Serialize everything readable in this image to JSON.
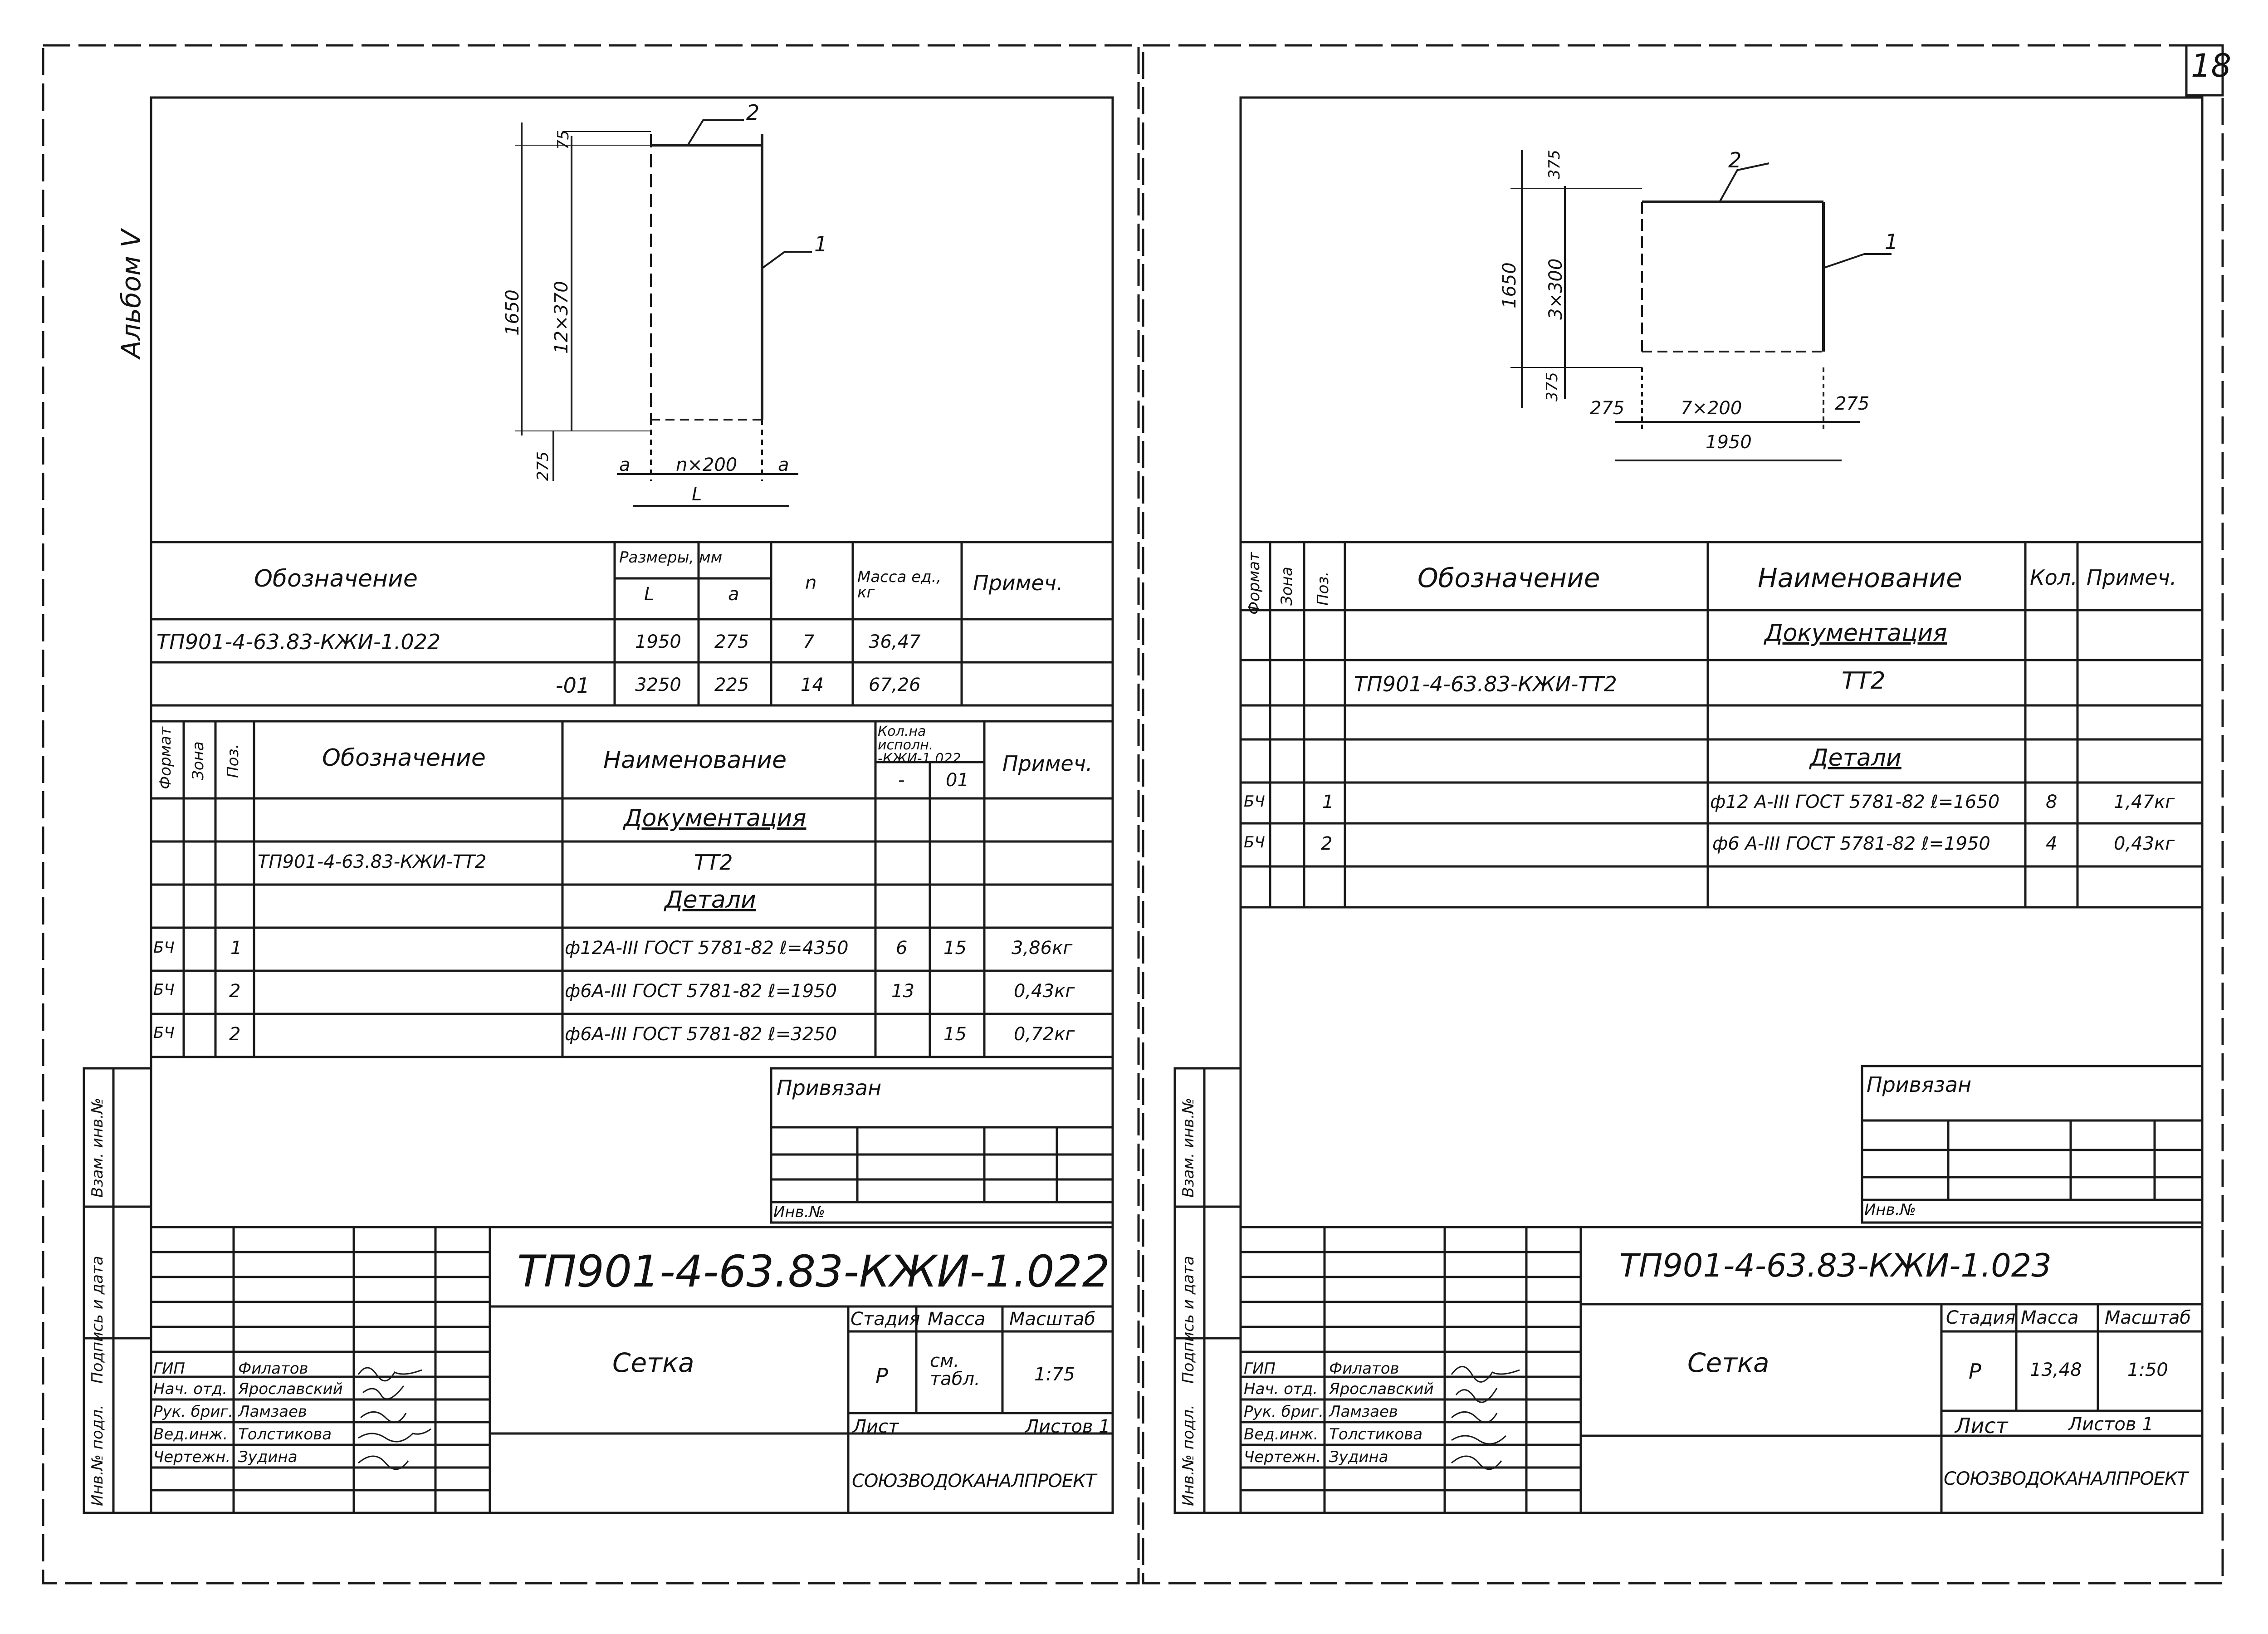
{
  "page_number": "18",
  "album_label": "Альбом V",
  "stamp_side_labels": [
    "Инв.№ подл.",
    "Подпись и дата",
    "Взам. инв.№"
  ],
  "left": {
    "drawing": {
      "pos_1": "1",
      "pos_2": "2",
      "dim_top": "75",
      "dim_height": "1650",
      "dim_spacing": "12×370",
      "dim_bottom": "275",
      "dim_a": "a",
      "dim_mid": "n×200",
      "dim_L": "L"
    },
    "variants_table": {
      "headers": {
        "designation": "Обозначение",
        "sizes": "Размеры, мм",
        "L": "L",
        "a": "a",
        "n": "n",
        "mass": "Масса ед., кг",
        "note": "Примеч."
      },
      "rows": [
        {
          "designation": "ТП901-4-63.83-КЖИ-1.022",
          "L": "1950",
          "a": "275",
          "n": "7",
          "mass": "36,47",
          "note": ""
        },
        {
          "designation": "-01",
          "L": "3250",
          "a": "225",
          "n": "14",
          "mass": "67,26",
          "note": ""
        }
      ]
    },
    "spec_table": {
      "headers": {
        "format": "Формат",
        "zone": "Зона",
        "pos": "Поз.",
        "designation": "Обозначение",
        "name": "Наименование",
        "qty": "Кол.на исполн. -КЖИ-1.022",
        "qty_a": "-",
        "qty_b": "01",
        "note": "Примеч."
      },
      "rows": [
        {
          "format": "",
          "zone": "",
          "pos": "",
          "designation": "",
          "name": "Документация",
          "qa": "",
          "qb": "",
          "note": "",
          "underline": true
        },
        {
          "format": "",
          "zone": "",
          "pos": "",
          "designation": "ТП901-4-63.83-КЖИ-ТТ2",
          "name": "ТТ2",
          "qa": "",
          "qb": "",
          "note": ""
        },
        {
          "format": "",
          "zone": "",
          "pos": "",
          "designation": "",
          "name": "Детали",
          "qa": "",
          "qb": "",
          "note": "",
          "underline": true
        },
        {
          "format": "БЧ",
          "zone": "",
          "pos": "1",
          "designation": "",
          "name": "ф12А-III ГОСТ 5781-82 ℓ=4350",
          "qa": "6",
          "qb": "15",
          "note": "3,86кг"
        },
        {
          "format": "БЧ",
          "zone": "",
          "pos": "2",
          "designation": "",
          "name": "ф6А-III ГОСТ 5781-82 ℓ=1950",
          "qa": "13",
          "qb": "",
          "note": "0,43кг"
        },
        {
          "format": "БЧ",
          "zone": "",
          "pos": "2",
          "designation": "",
          "name": "ф6А-III ГОСТ 5781-82 ℓ=3250",
          "qa": "",
          "qb": "15",
          "note": "0,72кг"
        }
      ]
    },
    "privyazan": "Привязан",
    "inv_no": "Инв.№",
    "title_block": {
      "code": "ТП901-4-63.83-КЖИ-1.022",
      "name": "Сетка",
      "stage_label": "Стадия",
      "mass_label": "Масса",
      "scale_label": "Масштаб",
      "stage": "Р",
      "mass": "см. табл.",
      "scale": "1:75",
      "sheet_label": "Лист",
      "sheets_label": "Листов 1",
      "org": "СОЮЗВОДОКАНАЛПРОЕКТ",
      "roles": [
        {
          "role": "ГИП",
          "name": "Филатов"
        },
        {
          "role": "Нач. отд.",
          "name": "Ярославский"
        },
        {
          "role": "Рук. бриг.",
          "name": "Ламзаев"
        },
        {
          "role": "Вед.инж.",
          "name": "Толстикова"
        },
        {
          "role": "Чертежн.",
          "name": "Зудина"
        }
      ]
    }
  },
  "right": {
    "drawing": {
      "pos_1": "1",
      "pos_2": "2",
      "dim_top": "375",
      "dim_height": "1650",
      "dim_spacing": "3×300",
      "dim_bottom": "375",
      "dim_left": "275",
      "dim_mid": "7×200",
      "dim_right": "275",
      "dim_total": "1950"
    },
    "spec_table": {
      "headers": {
        "format": "Формат",
        "zone": "Зона",
        "pos": "Поз.",
        "designation": "Обозначение",
        "name": "Наименование",
        "qty": "Кол.",
        "note": "Примеч."
      },
      "rows": [
        {
          "format": "",
          "zone": "",
          "pos": "",
          "designation": "",
          "name": "Документация",
          "qty": "",
          "note": "",
          "underline": true
        },
        {
          "format": "",
          "zone": "",
          "pos": "",
          "designation": "ТП901-4-63.83-КЖИ-ТТ2",
          "name": "ТТ2",
          "qty": "",
          "note": ""
        },
        {
          "format": "",
          "zone": "",
          "pos": "",
          "designation": "",
          "name": "",
          "qty": "",
          "note": ""
        },
        {
          "format": "",
          "zone": "",
          "pos": "",
          "designation": "",
          "name": "Детали",
          "qty": "",
          "note": "",
          "underline": true
        },
        {
          "format": "БЧ",
          "zone": "",
          "pos": "1",
          "designation": "",
          "name": "ф12 А-III ГОСТ 5781-82 ℓ=1650",
          "qty": "8",
          "note": "1,47кг"
        },
        {
          "format": "БЧ",
          "zone": "",
          "pos": "2",
          "designation": "",
          "name": "ф6 А-III ГОСТ 5781-82 ℓ=1950",
          "qty": "4",
          "note": "0,43кг"
        }
      ]
    },
    "privyazan": "Привязан",
    "inv_no": "Инв.№",
    "title_block": {
      "code": "ТП901-4-63.83-КЖИ-1.023",
      "name": "Сетка",
      "stage_label": "Стадия",
      "mass_label": "Масса",
      "scale_label": "Масштаб",
      "stage": "Р",
      "mass": "13,48",
      "scale": "1:50",
      "sheet_label": "Лист",
      "sheets_label": "Листов 1",
      "org": "СОЮЗВОДОКАНАЛПРОЕКТ",
      "roles": [
        {
          "role": "ГИП",
          "name": "Филатов"
        },
        {
          "role": "Нач. отд.",
          "name": "Ярославский"
        },
        {
          "role": "Рук. бриг.",
          "name": "Ламзаев"
        },
        {
          "role": "Вед.инж.",
          "name": "Толстикова"
        },
        {
          "role": "Чертежн.",
          "name": "Зудина"
        }
      ]
    }
  }
}
